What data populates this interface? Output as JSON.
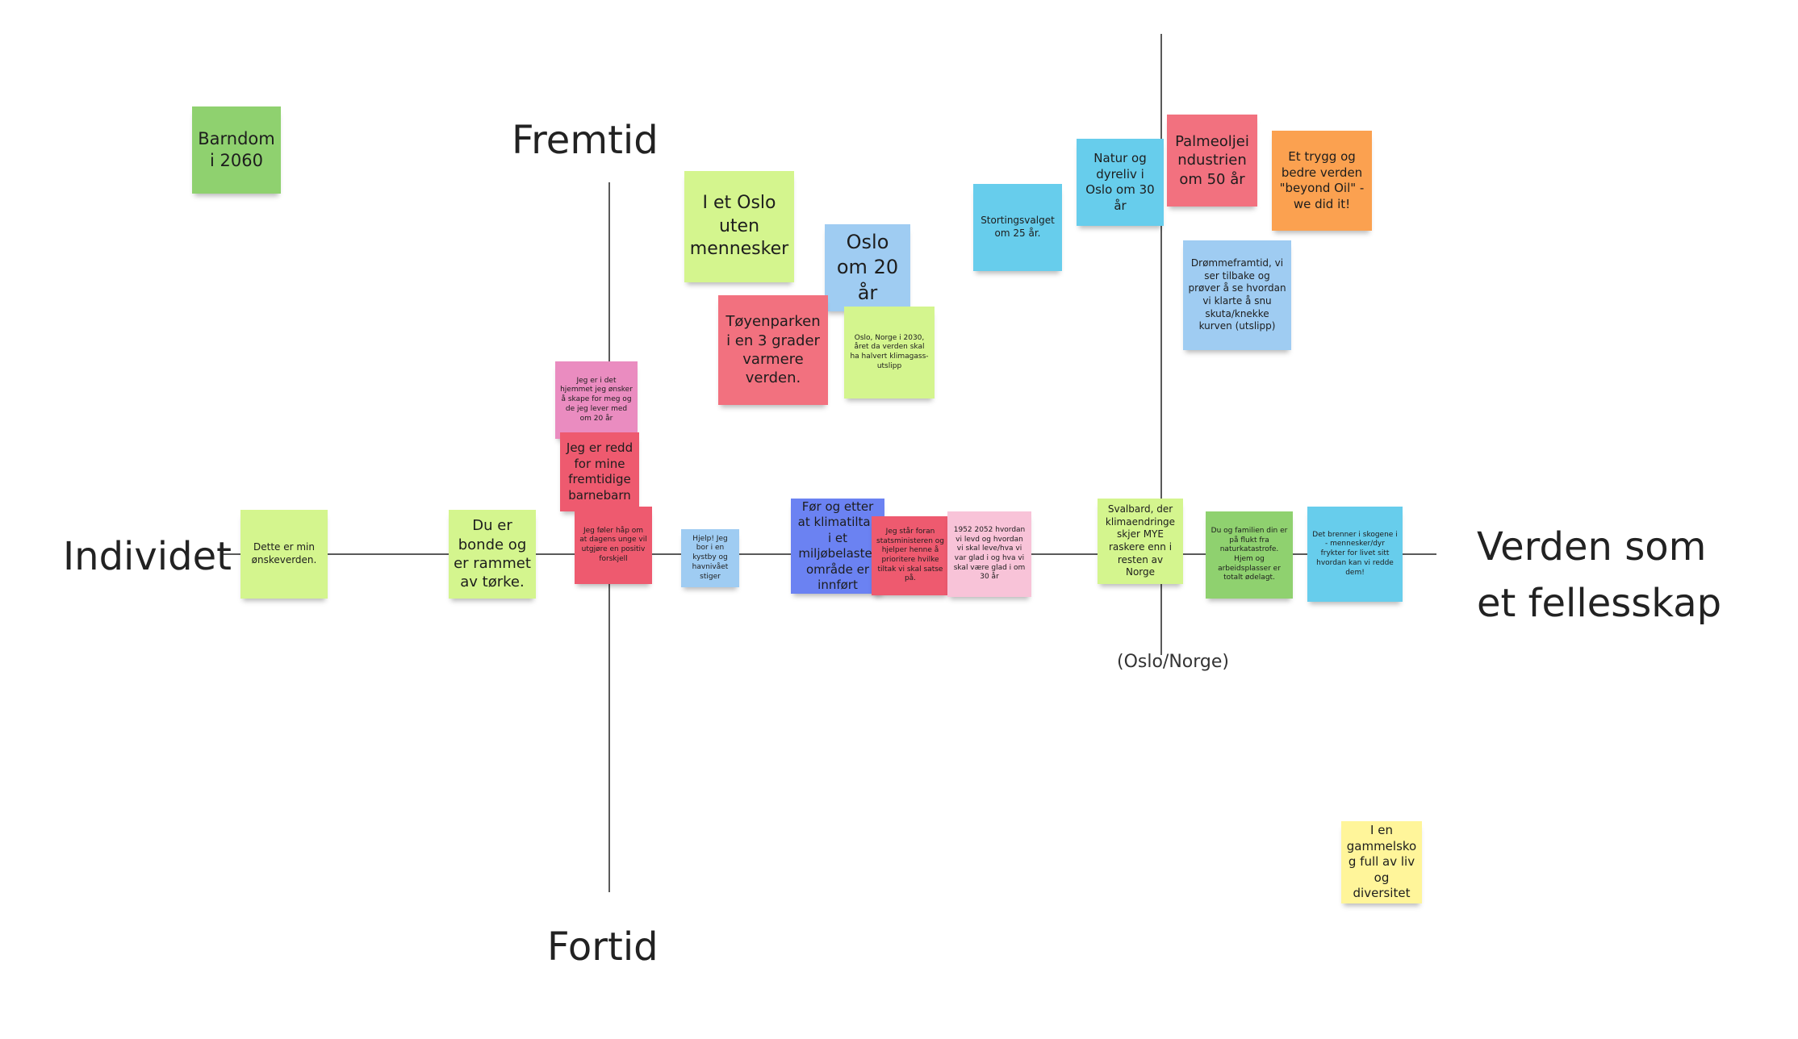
{
  "axes": {
    "top": "Fremtid",
    "bottom": "Fortid",
    "left": "Individet",
    "right_line1": "Verden som",
    "right_line2": "et fellesskap",
    "oslo_marker": "(Oslo/Norge)"
  },
  "notes": {
    "barndom": {
      "text": "Barndom i 2060",
      "color": "#8fd16f"
    },
    "oslo_uten": {
      "text": "I et Oslo uten mennesker",
      "color": "#d4f58e"
    },
    "oslo_20": {
      "text": "Oslo om 20 år",
      "color": "#9fccf2"
    },
    "toyenparken": {
      "text": "Tøyenparken i en 3 grader varmere verden.",
      "color": "#f2717f"
    },
    "oslo_2030": {
      "text": "Oslo, Norge i 2030, året da verden skal ha halvert klimagass-utslipp",
      "color": "#d4f58e"
    },
    "stortingsvalget": {
      "text": "Stortingsvalget om 25 år.",
      "color": "#67cdec"
    },
    "natur": {
      "text": "Natur og dyreliv i Oslo om 30 år",
      "color": "#67cdec"
    },
    "palmeolje": {
      "text": "Palmeoljei ndustrien om 50 år",
      "color": "#f2717f"
    },
    "trygg": {
      "text": "Et trygg og bedre verden \"beyond Oil\" - we did it!",
      "color": "#fba150"
    },
    "drommeframtid": {
      "text": "Drømmeframtid, vi ser tilbake og prøver å se hvordan vi klarte å snu skuta/knekke kurven (utslipp)",
      "color": "#9fccf2"
    },
    "hjemmet": {
      "text": "Jeg er i det hjemmet jeg ønsker å skape for meg og de jeg lever med om 20 år",
      "color": "#ea8cc0"
    },
    "redd": {
      "text": "Jeg er redd for mine fremtidige barnebarn",
      "color": "#ee5a6f"
    },
    "haap": {
      "text": "Jeg føler håp om at dagens unge vil utgjøre en positiv forskjell",
      "color": "#ee5a6f"
    },
    "onskeverden": {
      "text": "Dette er min ønskeverden.",
      "color": "#d4f58e"
    },
    "bonde": {
      "text": "Du er bonde og er rammet av tørke.",
      "color": "#d4f58e"
    },
    "hjelp": {
      "text": "Hjelp! Jeg bor i en kystby og havnivået stiger",
      "color": "#9fccf2"
    },
    "for_og_etter": {
      "text": "Før og etter at klimatiltak i et miljøbelastet område er innført",
      "color": "#6b82f2"
    },
    "statsministeren": {
      "text": "Jeg står foran statsministeren og hjelper henne å prioritere hvilke tiltak vi skal satse på.",
      "color": "#ee5a6f"
    },
    "aar1952": {
      "text": "1952 2052 hvordan vi levd og hvordan vi skal leve/hva vi var glad i og hva vi skal være glad i om 30 år",
      "color": "#f8c3d8"
    },
    "svalbard": {
      "text": "Svalbard, der klimaendringe skjer MYE raskere enn i resten av Norge",
      "color": "#d4f58e"
    },
    "familien": {
      "text": "Du og familien din er på flukt fra naturkatastrofe. Hjem og arbeidsplasser er totalt ødelagt.",
      "color": "#8fd16f"
    },
    "brenner": {
      "text": "Det brenner i skogene i - mennesker/dyr frykter for livet sitt hvordan kan vi redde dem!",
      "color": "#67cdec"
    },
    "gammelskog": {
      "text": "I en gammelskog full av liv og diversitet",
      "color": "#fff59a"
    }
  }
}
